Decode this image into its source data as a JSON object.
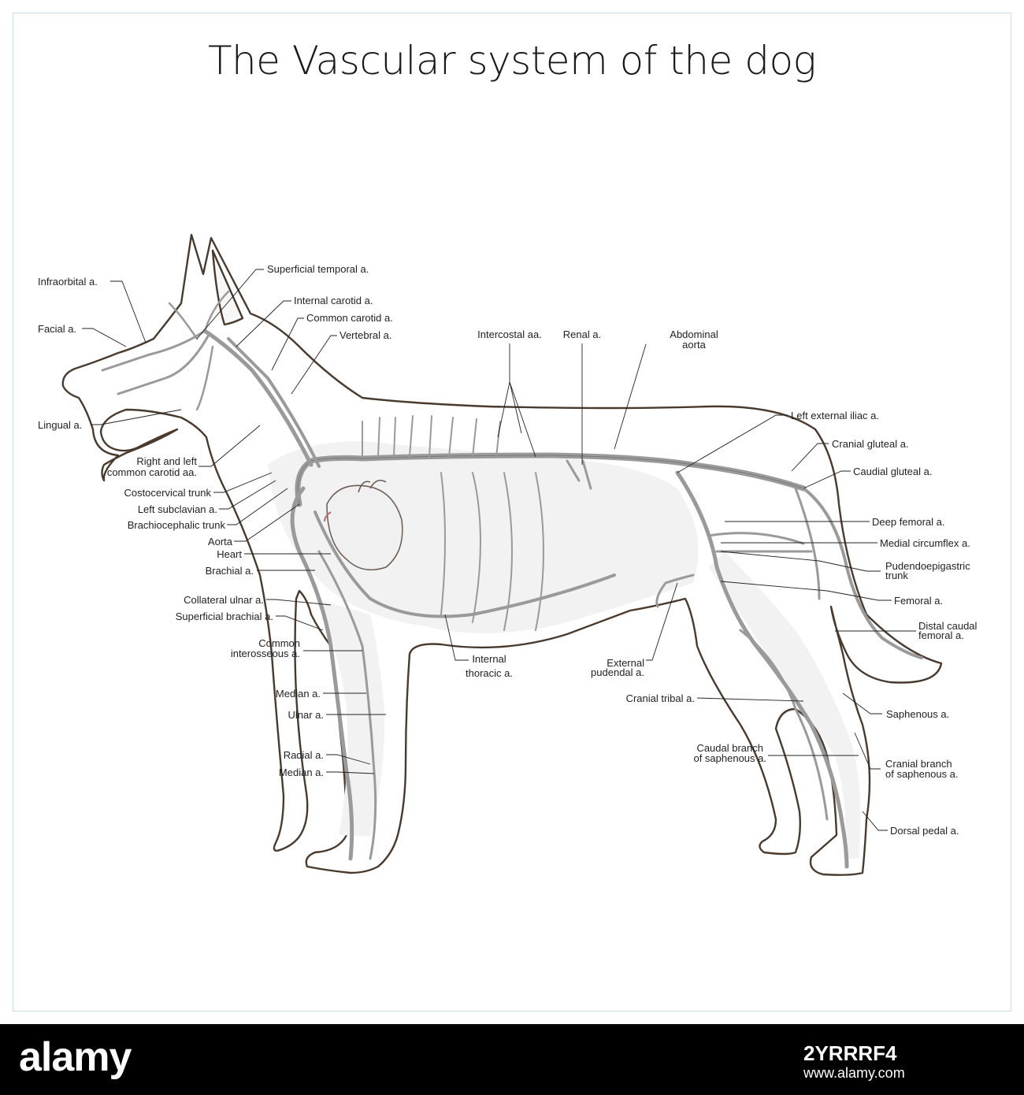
{
  "title": "The Vascular system of the dog",
  "labels": {
    "infraorbital": "Infraorbital a.",
    "facial": "Facial a.",
    "lingual": "Lingual a.",
    "superficial_temporal": "Superficial temporal a.",
    "internal_carotid": "Internal carotid a.",
    "common_carotid": "Common carotid a.",
    "vertebral": "Vertebral a.",
    "rl_common_carotid_1": "Right and left",
    "rl_common_carotid_2": "common carotid aa.",
    "costocervical": "Costocervical trunk",
    "left_subclavian": "Left subclavian a.",
    "brachiocephalic": "Brachiocephalic trunk",
    "aorta": "Aorta",
    "heart": "Heart",
    "brachial": "Brachial a.",
    "collateral_ulnar": "Collateral ulnar a.",
    "superficial_brachial": "Superficial brachial a.",
    "common_interosseous_1": "Common",
    "common_interosseous_2": "interosseous a.",
    "median_upper": "Median a.",
    "ulnar": "Ulnar a.",
    "radial": "Radial a.",
    "median_lower": "Median a.",
    "intercostal": "Intercostal aa.",
    "renal": "Renal a.",
    "abdominal_aorta_1": "Abdominal",
    "abdominal_aorta_2": "aorta",
    "internal_thoracic_1": "Internal",
    "internal_thoracic_2": "thoracic a.",
    "external_pudendal_1": "External",
    "external_pudendal_2": "pudendal a.",
    "left_external_iliac": "Left external iliac a.",
    "cranial_gluteal": "Cranial gluteal a.",
    "caudal_gluteal": "Caudial gluteal a.",
    "deep_femoral": "Deep femoral a.",
    "medial_circumflex": "Medial circumflex a.",
    "pudendoepigastric_1": "Pudendoepigastric",
    "pudendoepigastric_2": "trunk",
    "femoral": "Femoral a.",
    "distal_caudal_femoral_1": "Distal caudal",
    "distal_caudal_femoral_2": "femoral a.",
    "cranial_tibial": "Cranial tribal a.",
    "saphenous": "Saphenous a.",
    "caudal_branch_1": "Caudal branch",
    "caudal_branch_2": "of saphenous a.",
    "cranial_branch_1": "Cranial branch",
    "cranial_branch_2": "of saphenous a.",
    "dorsal_pedal": "Dorsal pedal a."
  },
  "footer": {
    "logo": "alamy",
    "image_id": "2YRRRF4",
    "site": "www.alamy.com"
  }
}
